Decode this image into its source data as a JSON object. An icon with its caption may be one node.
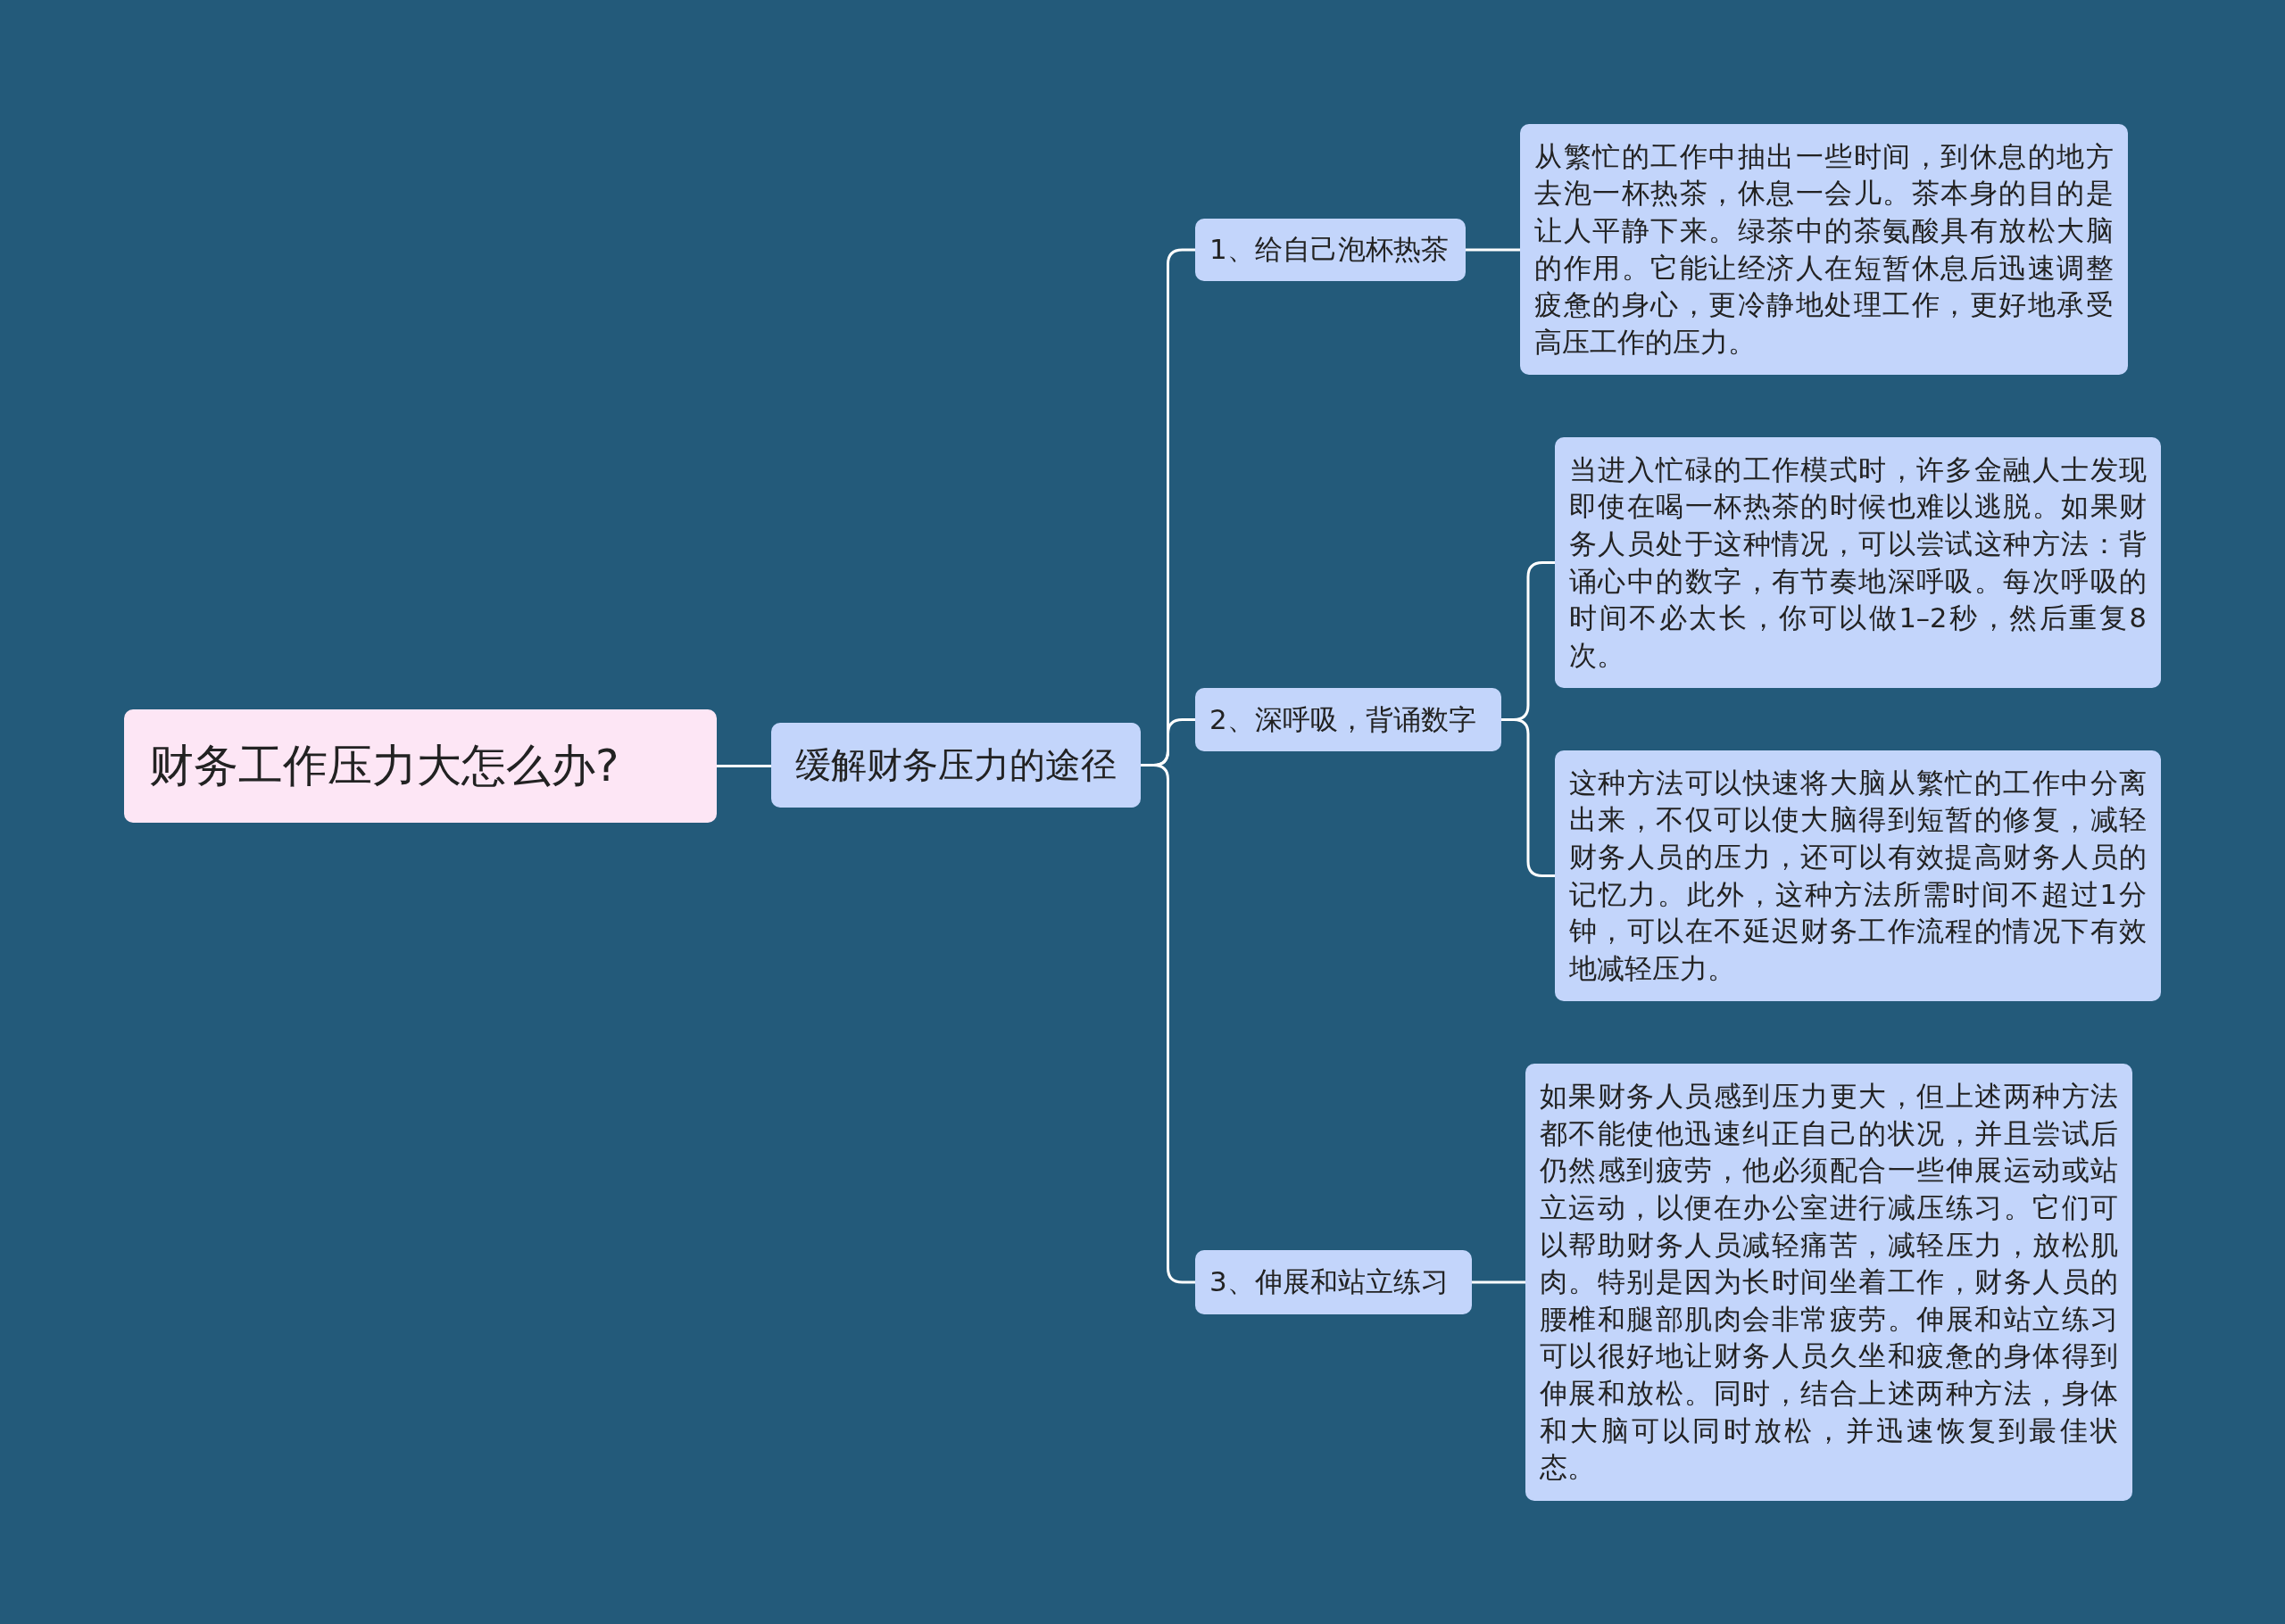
{
  "diagram": {
    "nodes": [
      {
        "text": [
          "财务工作压力大怎么办?"
        ]
      },
      {
        "text": [
          "缓解财务压力的途径"
        ]
      },
      {
        "text": [
          "1、给自己泡杯热茶"
        ]
      },
      {
        "text": [
          "从繁忙的工作中抽出一些时间，到休息的地方去泡一杯热茶，休息一会儿。茶本身的目的是让人平静下来。绿茶中的茶氨酸具有放松大脑的作用。它能让经济人在短暂休息后迅速调整疲惫的身心，更冷静地处理工作，更好地承受高压工作的压力。"
        ]
      },
      {
        "text": [
          "2、深呼吸，背诵数字"
        ]
      },
      {
        "text": [
          "当进入忙碌的工作模式时，许多金融人士发现即使在喝一杯热茶的时候也难以逃脱。如果财务人员处于这种情况，可以尝试这种方法：背诵心中的数字，有节奏地深呼吸。每次呼吸的时间不必太长，你可以做1–2秒，然后重复8次。"
        ]
      },
      {
        "text": [
          "这种方法可以快速将大脑从繁忙的工作中分离出来，不仅可以使大脑得到短暂的修复，减轻财务人员的压力，还可以有效提高财务人员的记忆力。此外，这种方法所需时间不超过1分钟，可以在不延迟财务工作流程的情况下有效地减轻压力。"
        ]
      },
      {
        "text": [
          "3、伸展和站立练习"
        ]
      },
      {
        "text": [
          "如果财务人员感到压力更大，但上述两种方法都不能使他迅速纠正自己的状况，并且尝试后仍然感到疲劳，他必须配合一些伸展运动或站立运动，以便在办公室进行减压练习。它们可以帮助财务人员减轻痛苦，减轻压力，放松肌肉。特别是因为长时间坐着工作，财务人员的腰椎和腿部肌肉会非常疲劳。伸展和站立练习可以很好地让财务人员久坐和疲惫的身体得到伸展和放松。同时，结合上述两种方法，身体和大脑可以同时放松，并迅速恢复到最佳状态。"
        ]
      }
    ],
    "edges": [
      {
        "from": 0,
        "to": 1,
        "arrow": "none"
      },
      {
        "from": 1,
        "to": 2,
        "arrow": "none"
      },
      {
        "from": 1,
        "to": 4,
        "arrow": "none"
      },
      {
        "from": 1,
        "to": 7,
        "arrow": "none"
      },
      {
        "from": 2,
        "to": 3,
        "arrow": "none"
      },
      {
        "from": 4,
        "to": 5,
        "arrow": "none"
      },
      {
        "from": 4,
        "to": 6,
        "arrow": "none"
      },
      {
        "from": 7,
        "to": 8,
        "arrow": "none"
      }
    ]
  }
}
